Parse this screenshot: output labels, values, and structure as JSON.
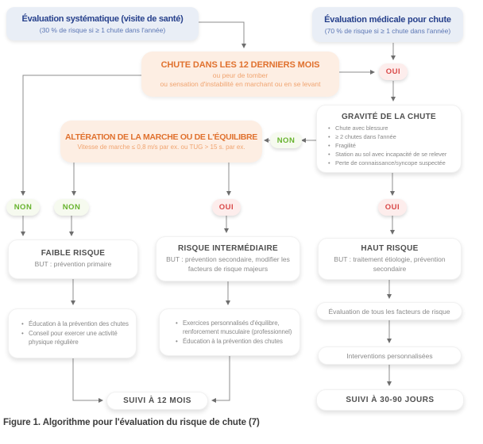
{
  "colors": {
    "blue_title": "#27418c",
    "blue_box_bg": "#e9eef6",
    "orange_title": "#e0712e",
    "peach_box_bg": "#fdeee3",
    "green_non": "#67b32e",
    "red_oui": "#d94848",
    "connector_gray": "#8c8c8c"
  },
  "labels": {
    "oui": "OUI",
    "non": "NON"
  },
  "nodes": {
    "eval_systematique": {
      "title": "Évaluation systématique (visite de santé)",
      "subtitle": "(30 % de risque si ≥ 1 chute dans l'année)"
    },
    "eval_medicale": {
      "title": "Évaluation médicale pour chute",
      "subtitle": "(70 % de risque si ≥ 1 chute dans l'année)"
    },
    "chute_12_mois": {
      "title": "CHUTE DANS LES 12 DERNIERS MOIS",
      "line1": "ou peur de tomber",
      "line2": "ou sensation d'instabilité en marchant ou en se levant"
    },
    "gravite": {
      "title": "GRAVITÉ DE LA CHUTE",
      "bullets": [
        "Chute avec blessure",
        "≥ 2 chutes dans l'année",
        "Fragilité",
        "Station au sol avec incapacité de se relever",
        "Perte de connaissance/syncope suspectée"
      ]
    },
    "alteration": {
      "title": "ALTÉRATION DE LA MARCHE OU DE L'ÉQUILIBRE",
      "subtitle": "Vitesse de marche ≤ 0,8 m/s par ex. ou TUG > 15 s. par ex."
    },
    "faible_risque": {
      "title": "FAIBLE RISQUE",
      "subtitle": "BUT : prévention primaire"
    },
    "risque_intermediaire": {
      "title": "RISQUE INTERMÉDIAIRE",
      "subtitle": "BUT : prévention secondaire, modifier les facteurs de risque majeurs"
    },
    "haut_risque": {
      "title": "HAUT RISQUE",
      "subtitle": "BUT : traitement étiologie, prévention secondaire"
    },
    "actions_faible": {
      "bullets": [
        "Éducation à la prévention des chutes",
        "Conseil pour exercer une activité physique régulière"
      ]
    },
    "actions_intermediaire": {
      "bullets": [
        "Exercices personnalisés d'équilibre, renforcement musculaire (professionnel)",
        "Éducation à la prévention des chutes"
      ]
    },
    "evaluation_facteurs": {
      "label": "Évaluation de tous les facteurs de risque"
    },
    "interventions": {
      "label": "Interventions personnalisées"
    },
    "suivi_12_mois": {
      "label": "SUIVI À 12 MOIS"
    },
    "suivi_30_90_jours": {
      "label": "SUIVI À 30-90 JOURS"
    }
  },
  "caption": "Figure 1. Algorithme pour l'évaluation du risque de chute (7)"
}
